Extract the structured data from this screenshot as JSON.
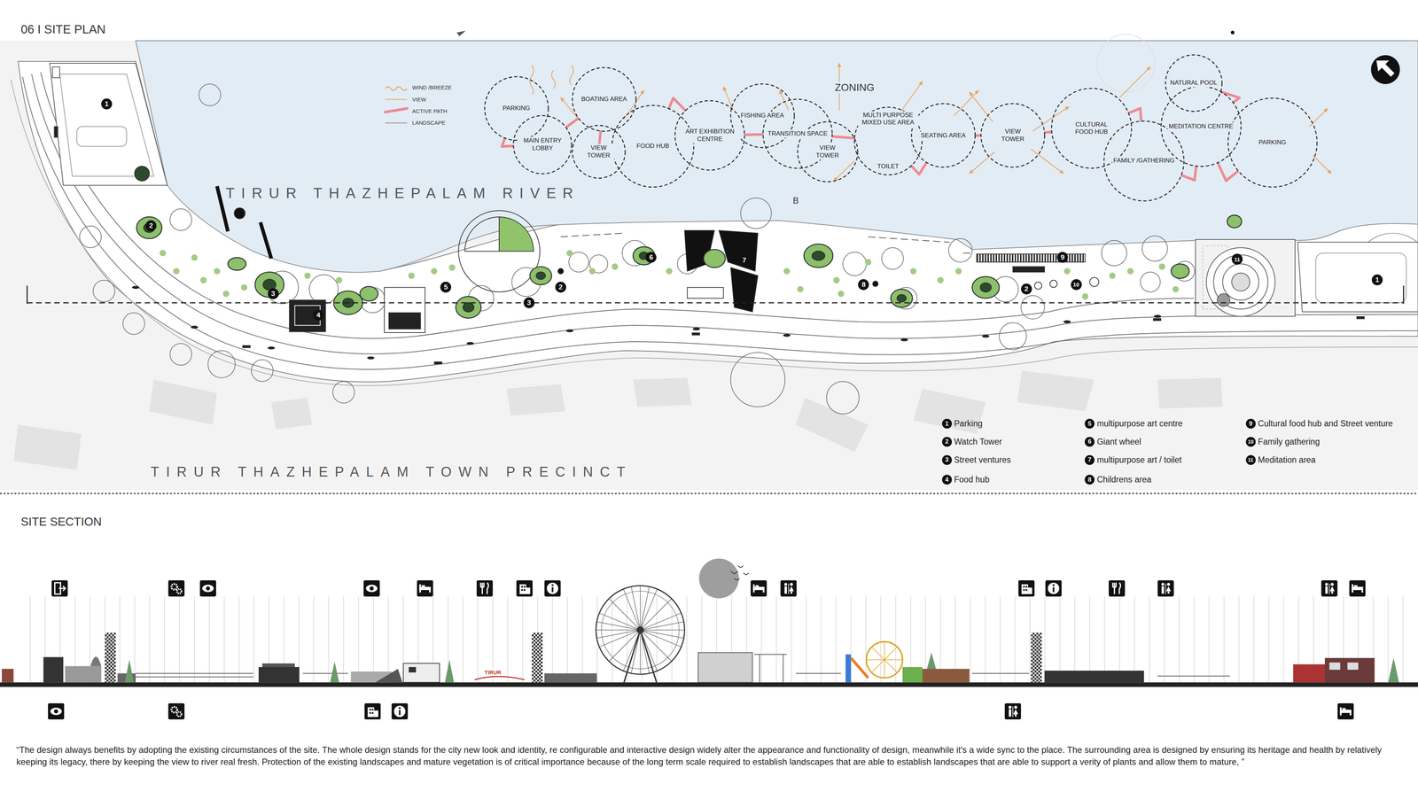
{
  "diagram": {
    "title": "06 I SITE PLAN",
    "caption": "“The design always benefits by adopting the existing circumstances of the site. The whole design stands for the city new look and identity, re configurable and interactive design widely alter the appearance and functionality of design, meanwhile it's a wide sync to the place. The surrounding area is designed by ensuring its heritage and health by relatively keeping its legacy, there by keeping the view to river real fresh. Protection of the existing landscapes and mature vegetation is of critical importance because of the long term scale required to establish landscapes that are able to establish landscapes that are able to support a verity of plants and allow them to mature, ”",
    "nodes": [
      {
        "text": [
          "PARKING"
        ]
      },
      {
        "text": [
          "MAIN ENTRY LOBBY"
        ]
      },
      {
        "text": [
          "BOATING AREA"
        ]
      },
      {
        "text": [
          "VIEW TOWER"
        ]
      },
      {
        "text": [
          "FOOD HUB"
        ]
      },
      {
        "text": [
          "ART EXHIBITION CENTRE"
        ]
      },
      {
        "text": [
          "FISHING AREA"
        ]
      },
      {
        "text": [
          "TRANSITION SPACE"
        ]
      },
      {
        "text": [
          "VIEW TOWER"
        ]
      },
      {
        "text": [
          "MULTI PURPOSE MIXED USE AREA",
          "TOILET"
        ]
      },
      {
        "text": [
          "SEATING AREA"
        ]
      },
      {
        "text": [
          "VIEW TOWER"
        ]
      },
      {
        "text": [
          "CULTURAL FOOD HUB"
        ]
      },
      {
        "text": [
          "NATURAL POOL"
        ]
      },
      {
        "text": [
          "MEDITATION CENTRE"
        ]
      },
      {
        "text": [
          "FAMILY /GATHERING"
        ]
      },
      {
        "text": [
          "PARKING"
        ]
      }
    ],
    "edges": [
      {
        "from": 0,
        "to": 1,
        "arrow": "none"
      },
      {
        "from": 1,
        "to": 2,
        "arrow": "none"
      },
      {
        "from": 2,
        "to": 4,
        "arrow": "none"
      },
      {
        "from": 4,
        "to": 5,
        "arrow": "none"
      },
      {
        "from": 5,
        "to": 7,
        "arrow": "none"
      },
      {
        "from": 7,
        "to": 9,
        "arrow": "none"
      },
      {
        "from": 9,
        "to": 10,
        "arrow": "none"
      },
      {
        "from": 10,
        "to": 11,
        "arrow": "none"
      },
      {
        "from": 11,
        "to": 12,
        "arrow": "none"
      },
      {
        "from": 12,
        "to": 15,
        "arrow": "none"
      },
      {
        "from": 15,
        "to": 14,
        "arrow": "none"
      },
      {
        "from": 13,
        "to": 14,
        "arrow": "none"
      },
      {
        "from": 14,
        "to": 16,
        "arrow": "none"
      }
    ],
    "labels": [
      "SITE SECTION",
      "ZONING",
      "TIRUR THAZHEPALAM RIVER",
      "TIRUR THAZHEPALAM TOWN PRECINCT",
      "B",
      "1",
      "2",
      "3",
      "4",
      "5",
      "3",
      "2",
      "6",
      "7",
      "8",
      "2",
      "9",
      "10",
      "11",
      "1",
      "1",
      "2",
      "3",
      "4",
      "5",
      "6",
      "7",
      "8",
      "9",
      "10",
      "11",
      "TIRUR"
    ],
    "legend": [
      {
        "text": "WIND /BREEZE"
      },
      {
        "text": "VIEW"
      },
      {
        "text": "ACTIVE PATH"
      },
      {
        "text": "LANDSCAPE"
      },
      {
        "text": "Parking"
      },
      {
        "text": "Watch Tower"
      },
      {
        "text": "Street ventures"
      },
      {
        "text": "Food hub"
      },
      {
        "text": "multipurpose art centre"
      },
      {
        "text": "Giant wheel"
      },
      {
        "text": "multipurpose art / toilet"
      },
      {
        "text": "Childrens area"
      },
      {
        "text": "Cultural food hub and Street venture"
      },
      {
        "text": "Family gathering"
      },
      {
        "text": "Meditation area"
      }
    ]
  }
}
